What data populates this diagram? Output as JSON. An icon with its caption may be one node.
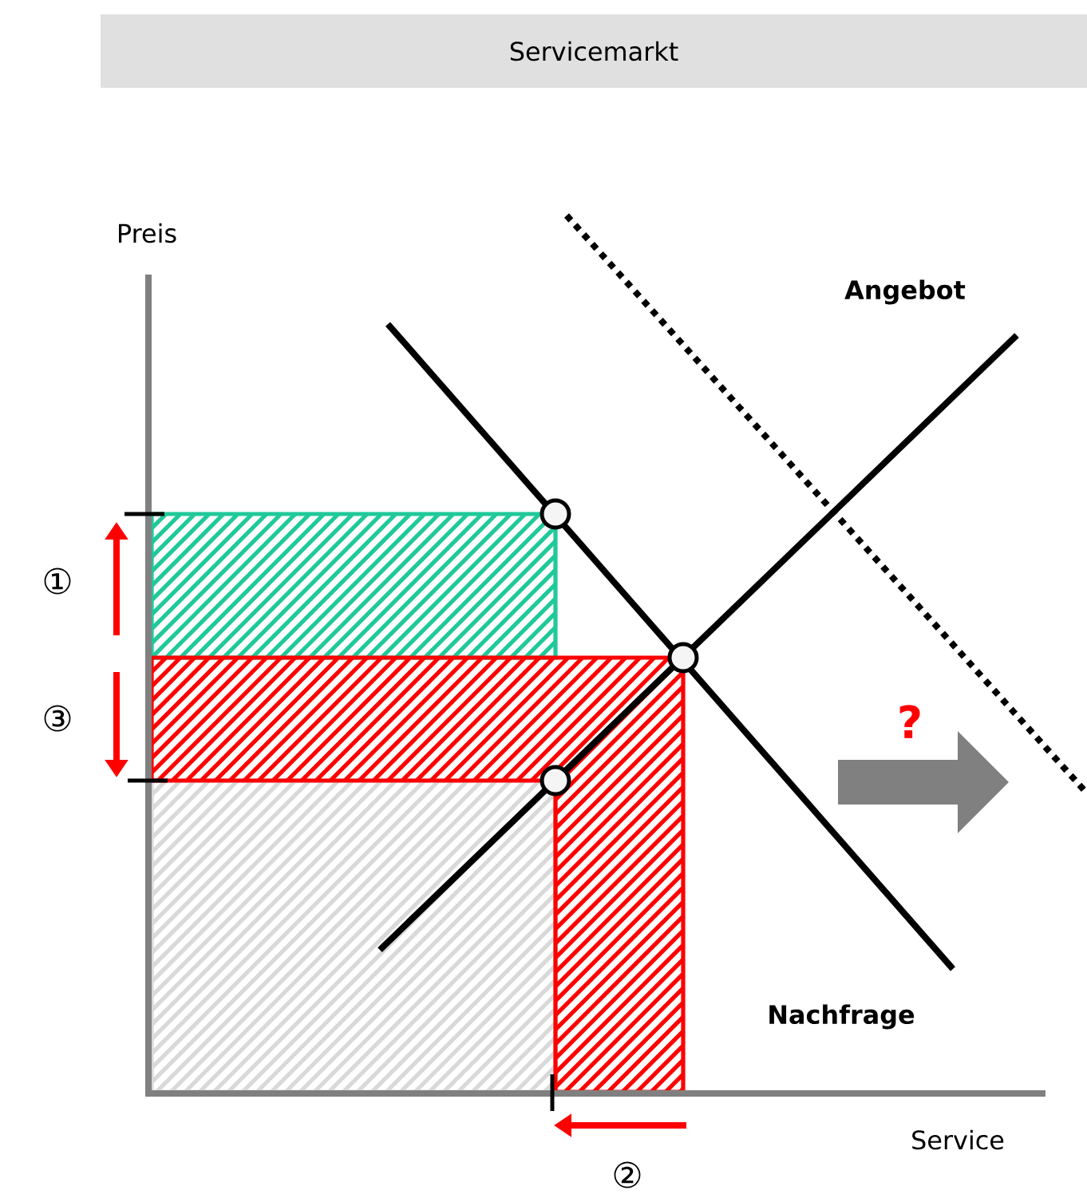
{
  "diagram": {
    "title": "Servicemarkt",
    "labels": [
      "Preis",
      "Angebot",
      "①",
      "③",
      "?",
      "Nachfrage",
      "Service",
      "②"
    ]
  }
}
